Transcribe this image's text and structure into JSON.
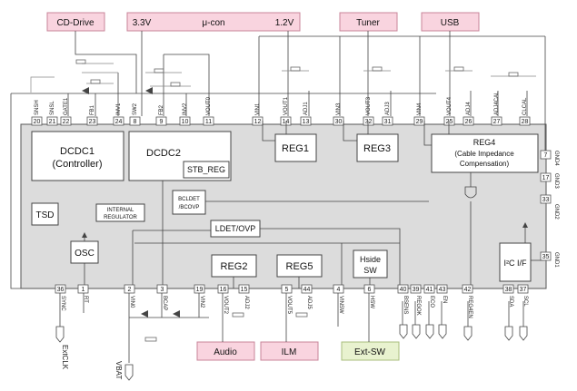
{
  "external_blocks": {
    "cd_drive": "CD-Drive",
    "ucon_left": "3.3V",
    "ucon_mid": "μ-con",
    "ucon_right": "1.2V",
    "tuner": "Tuner",
    "usb": "USB",
    "audio": "Audio",
    "ilm": "ILM",
    "ext_sw": "Ext-SW"
  },
  "blocks": {
    "dcdc1_line1": "DCDC1",
    "dcdc1_line2": "(Controller)",
    "dcdc2": "DCDC2",
    "stb_reg": "STB_REG",
    "reg1": "REG1",
    "reg3": "REG3",
    "reg4_line1": "REG4",
    "reg4_line2": "(Cable Impedance",
    "reg4_line3": "Compensation)",
    "tsd": "TSD",
    "internal_reg_line1": "INTERNAL",
    "internal_reg_line2": "REGULATOR",
    "bcldet_line1": "BCLDET",
    "bcldet_line2": "/BCOVP",
    "ldet_ovp": "LDET/OVP",
    "osc": "OSC",
    "reg2": "REG2",
    "reg5": "REG5",
    "hside_line1": "Hside",
    "hside_line2": "SW",
    "i2c": "I²C I/F"
  },
  "pins_top": [
    {
      "num": "20",
      "name": "SNSH"
    },
    {
      "num": "21",
      "name": "SNSL"
    },
    {
      "num": "22",
      "name": "GATE1"
    },
    {
      "num": "23",
      "name": "FB1"
    },
    {
      "num": "24",
      "name": "INV1"
    },
    {
      "num": "8",
      "name": "SW2"
    },
    {
      "num": "9",
      "name": "FB2"
    },
    {
      "num": "10",
      "name": "INV2"
    },
    {
      "num": "11",
      "name": "VOUT0"
    },
    {
      "num": "12",
      "name": "VIN1"
    },
    {
      "num": "14",
      "name": "VOUT1"
    },
    {
      "num": "13",
      "name": "ADJ1"
    },
    {
      "num": "30",
      "name": "VIN3"
    },
    {
      "num": "32",
      "name": "VOUT3"
    },
    {
      "num": "31",
      "name": "ADJ3"
    },
    {
      "num": "29",
      "name": "VIN4"
    },
    {
      "num": "25",
      "name": "VOUT4"
    },
    {
      "num": "26",
      "name": "ADJ4"
    },
    {
      "num": "27",
      "name": "ADJ4CAL"
    },
    {
      "num": "28",
      "name": "CLCAL"
    }
  ],
  "pins_bottom": [
    {
      "num": "36",
      "name": "SYNC"
    },
    {
      "num": "1",
      "name": "RT"
    },
    {
      "num": "2",
      "name": "VIN0"
    },
    {
      "num": "3",
      "name": "BCAP"
    },
    {
      "num": "19",
      "name": "VIN2"
    },
    {
      "num": "16",
      "name": "VOUT2"
    },
    {
      "num": "15",
      "name": "ADJ2"
    },
    {
      "num": "5",
      "name": "VOUT5"
    },
    {
      "num": "44",
      "name": "ADJ5"
    },
    {
      "num": "4",
      "name": "VINSW"
    },
    {
      "num": "6",
      "name": "HSW"
    },
    {
      "num": "40",
      "name": "BSENS"
    },
    {
      "num": "39",
      "name": "REGOK"
    },
    {
      "num": "41",
      "name": "ECO"
    },
    {
      "num": "43",
      "name": "EN"
    },
    {
      "num": "42",
      "name": "REG4EN"
    },
    {
      "num": "38",
      "name": "SDA"
    },
    {
      "num": "37",
      "name": "SCL"
    }
  ],
  "pins_right": [
    {
      "num": "7",
      "name": "GND4"
    },
    {
      "num": "17",
      "name": "GND3"
    },
    {
      "num": "33",
      "name": "GND2"
    },
    {
      "num": "35",
      "name": "GND1"
    }
  ],
  "signals": {
    "extclk": "ExtCLK",
    "vbat": "VBAT"
  }
}
